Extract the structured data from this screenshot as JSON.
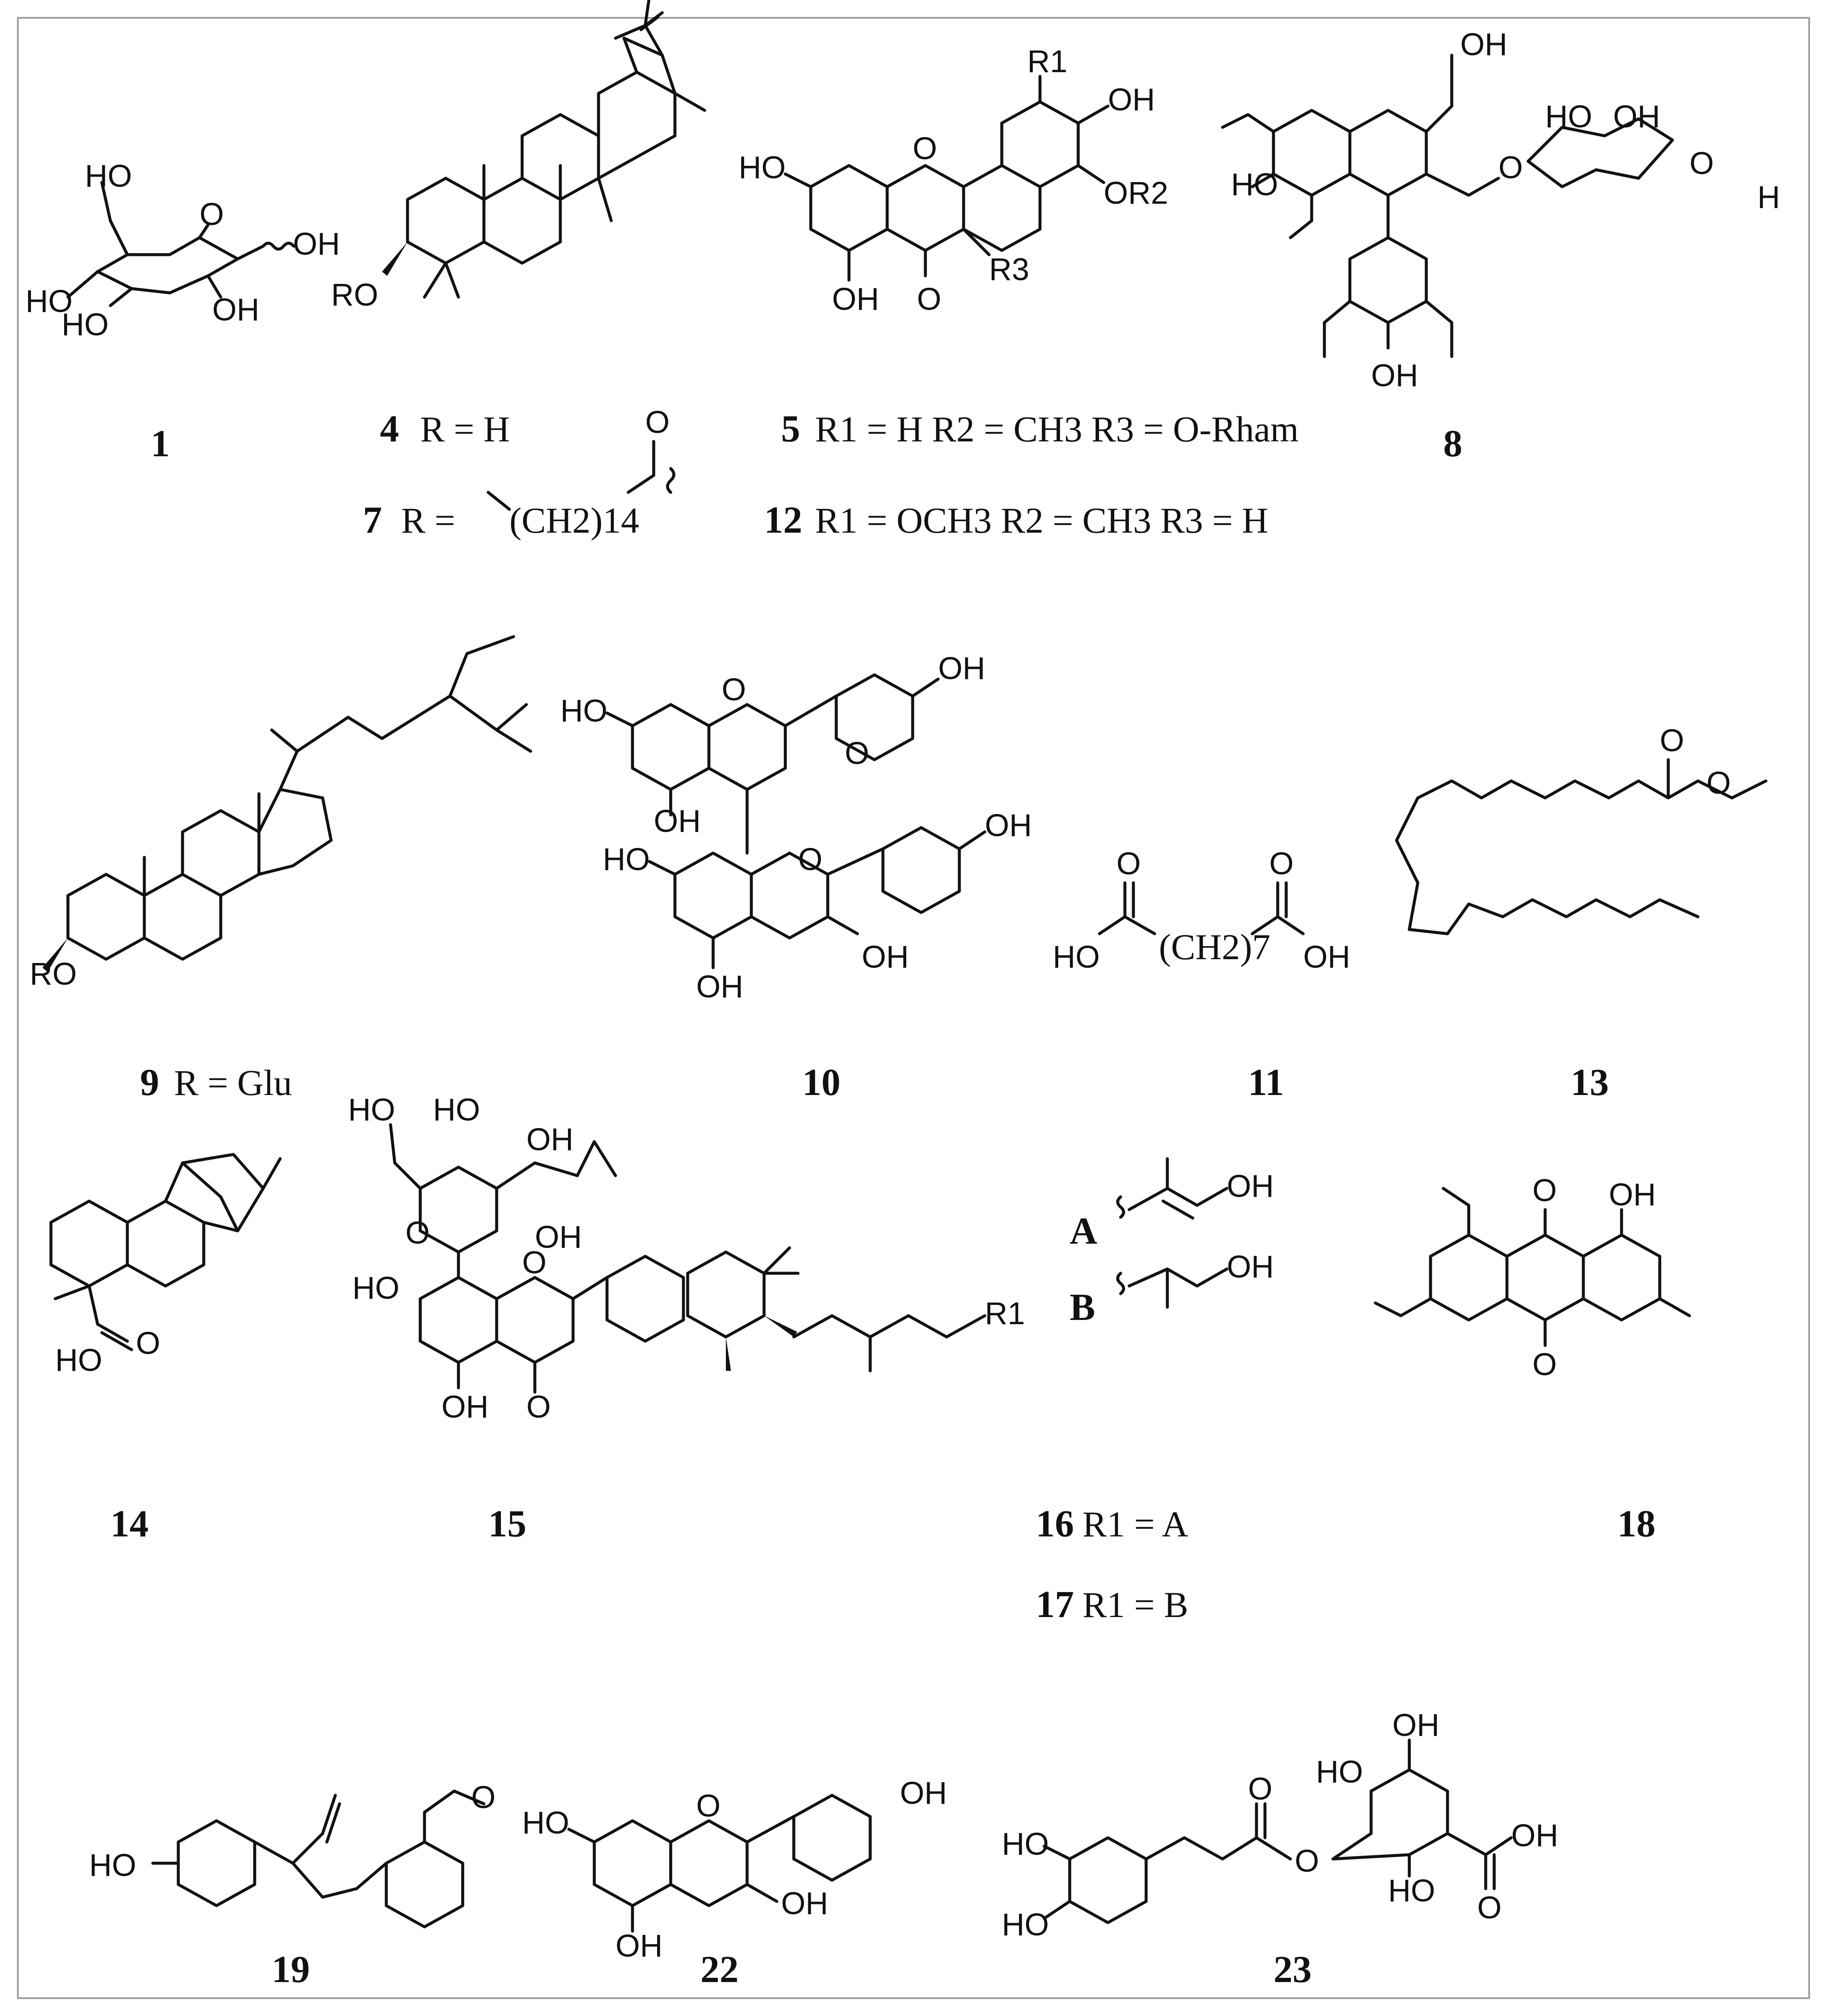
{
  "compounds": [
    {
      "id": "1"
    },
    {
      "id": "4",
      "definition": "R = H"
    },
    {
      "id": "7",
      "definition_prefix": "R =",
      "substituent": "(CH2)14"
    },
    {
      "id": "5",
      "definition": "R1 = H R2 = CH3 R3 = O-Rham"
    },
    {
      "id": "12",
      "definition": "R1 = OCH3 R2 = CH3  R3 = H"
    },
    {
      "id": "8"
    },
    {
      "id": "9",
      "definition": "R = Glu"
    },
    {
      "id": "10"
    },
    {
      "id": "11",
      "substituent": "(CH2)7"
    },
    {
      "id": "13"
    },
    {
      "id": "14"
    },
    {
      "id": "15"
    },
    {
      "id": "16",
      "definition": "R1 = A"
    },
    {
      "id": "17",
      "definition": "R1 = B"
    },
    {
      "id": "18"
    },
    {
      "id": "19"
    },
    {
      "id": "22"
    },
    {
      "id": "23"
    }
  ],
  "fragment_labels": {
    "A": "A",
    "B": "B"
  },
  "atom_labels": {
    "OH": "OH",
    "HO": "HO",
    "O": "O",
    "RO": "RO",
    "R1": "R1",
    "R2": "OR2",
    "R3": "R3",
    "H": "H"
  }
}
